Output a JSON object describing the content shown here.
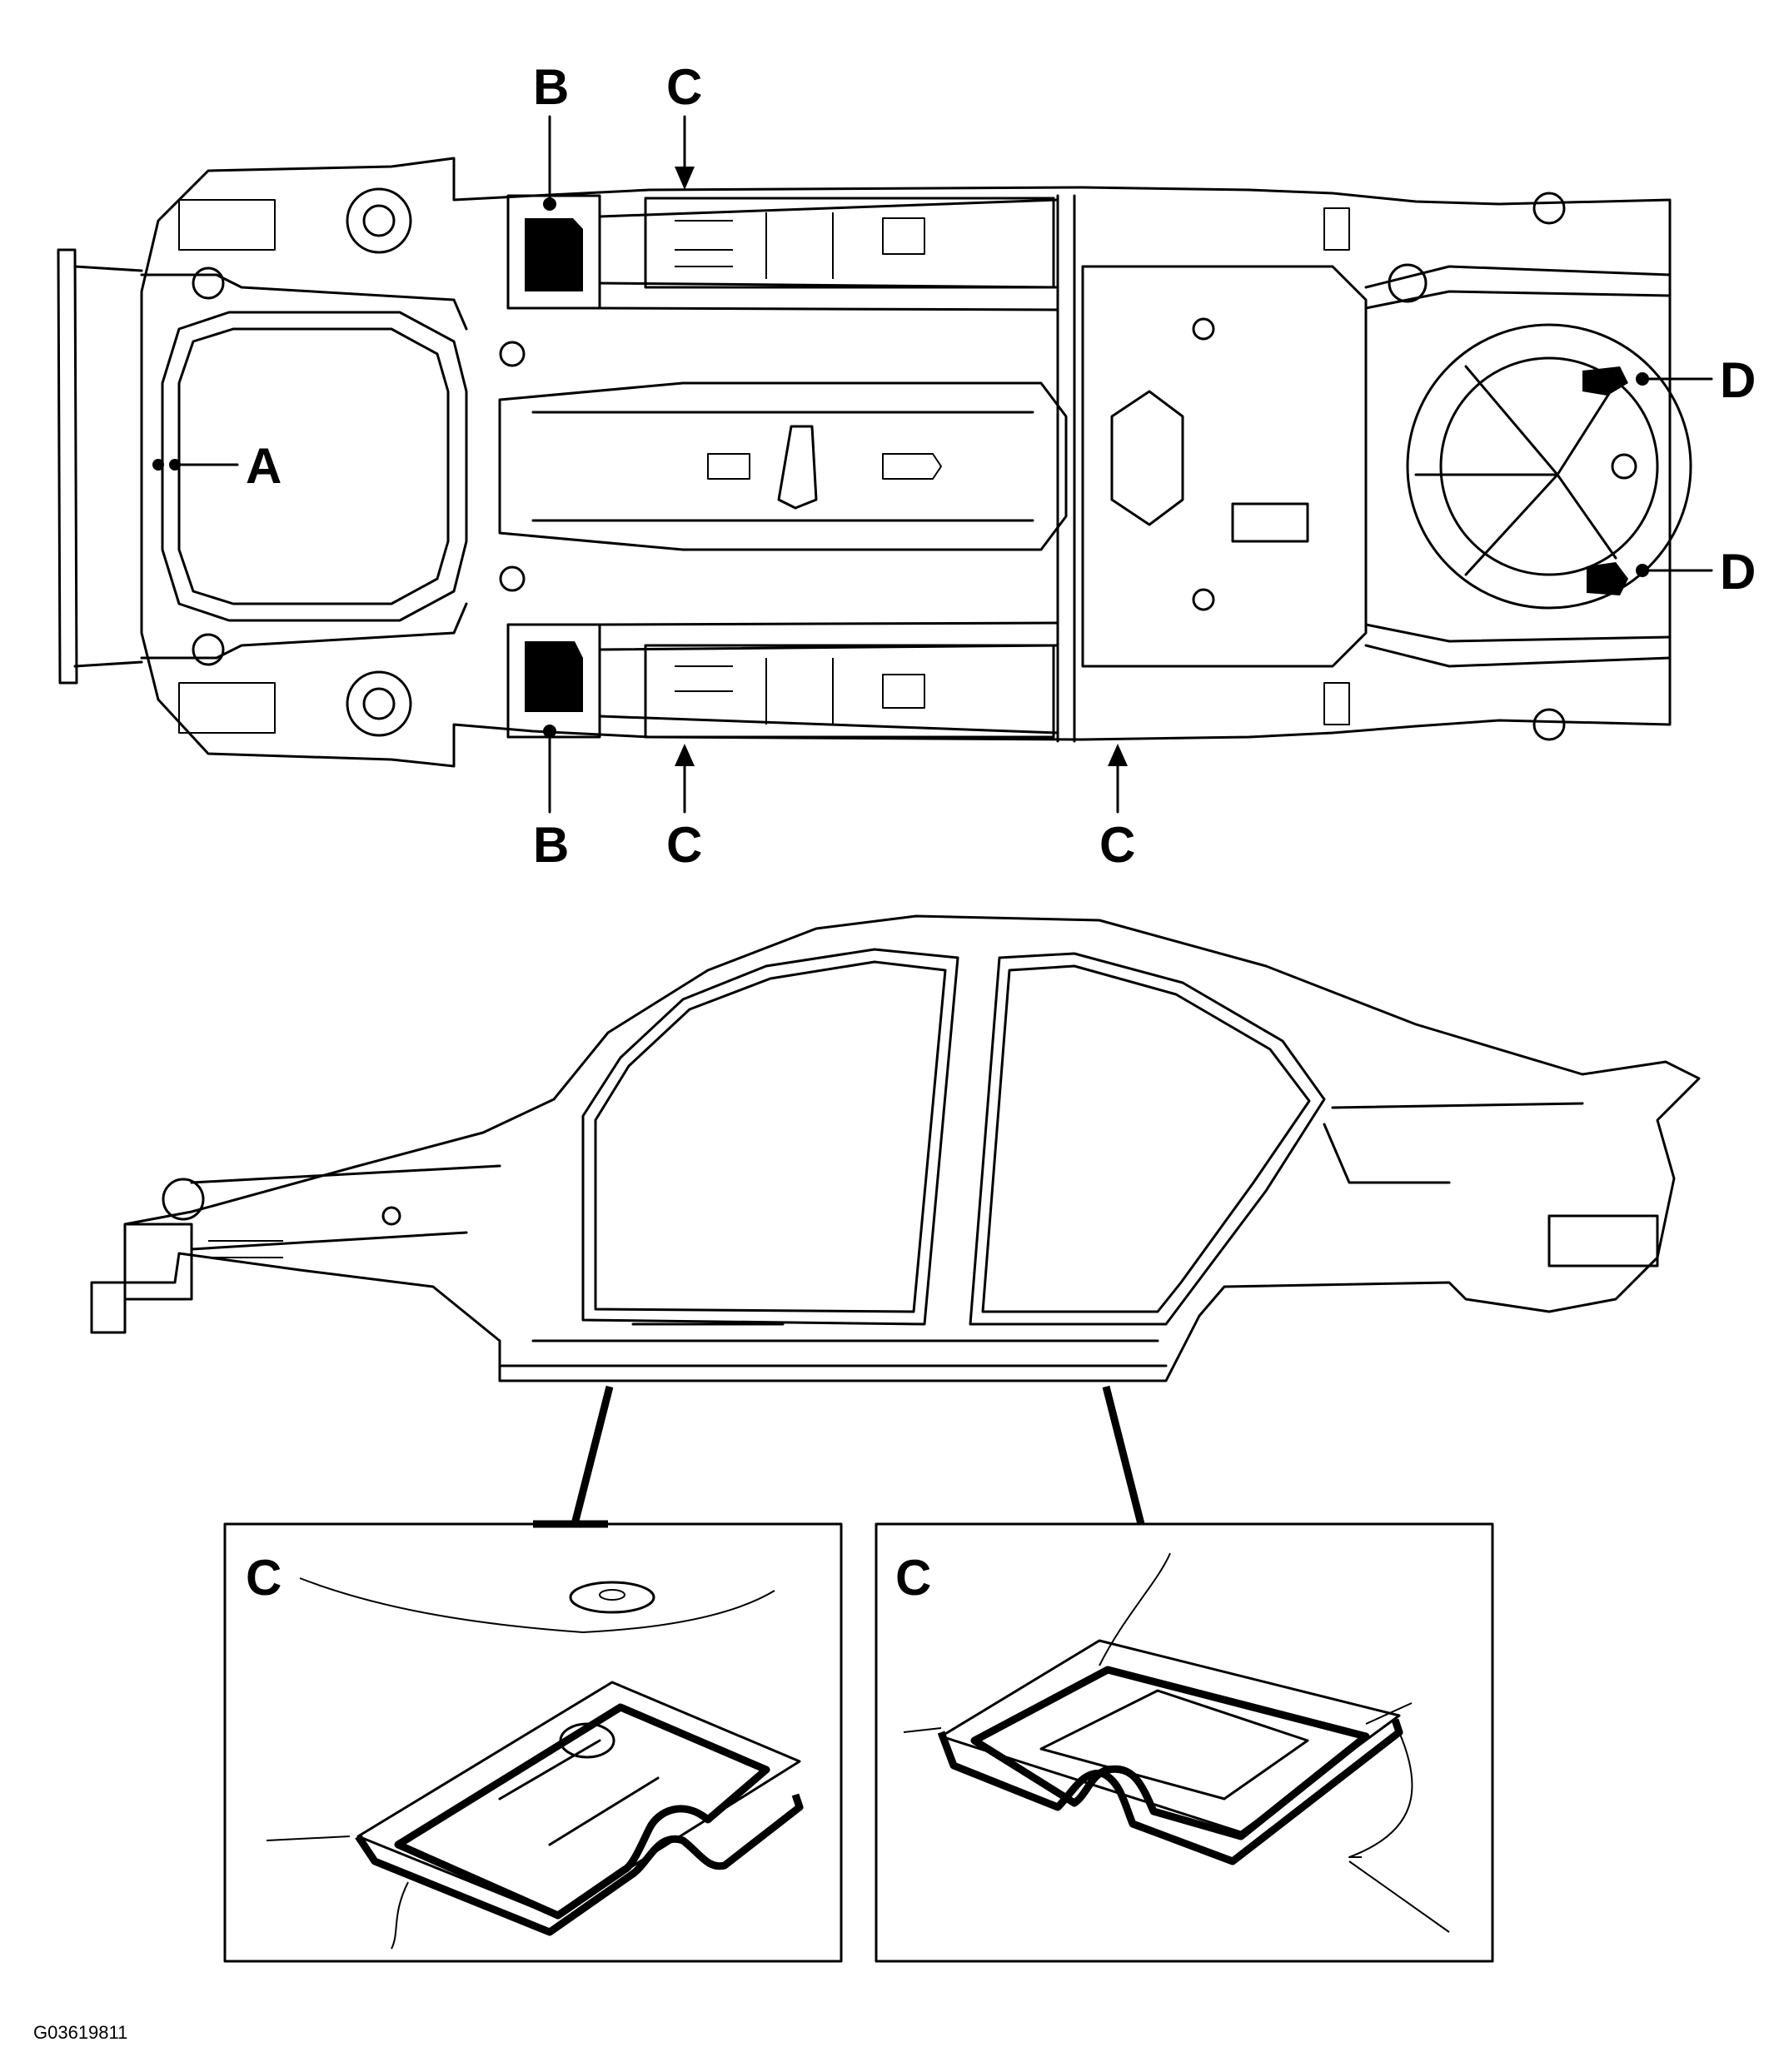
{
  "labels": {
    "a": "A",
    "b": "B",
    "c": "C",
    "d": "D"
  },
  "figure_id": "G03619811",
  "colors": {
    "line": "#000000",
    "background": "#ffffff"
  }
}
